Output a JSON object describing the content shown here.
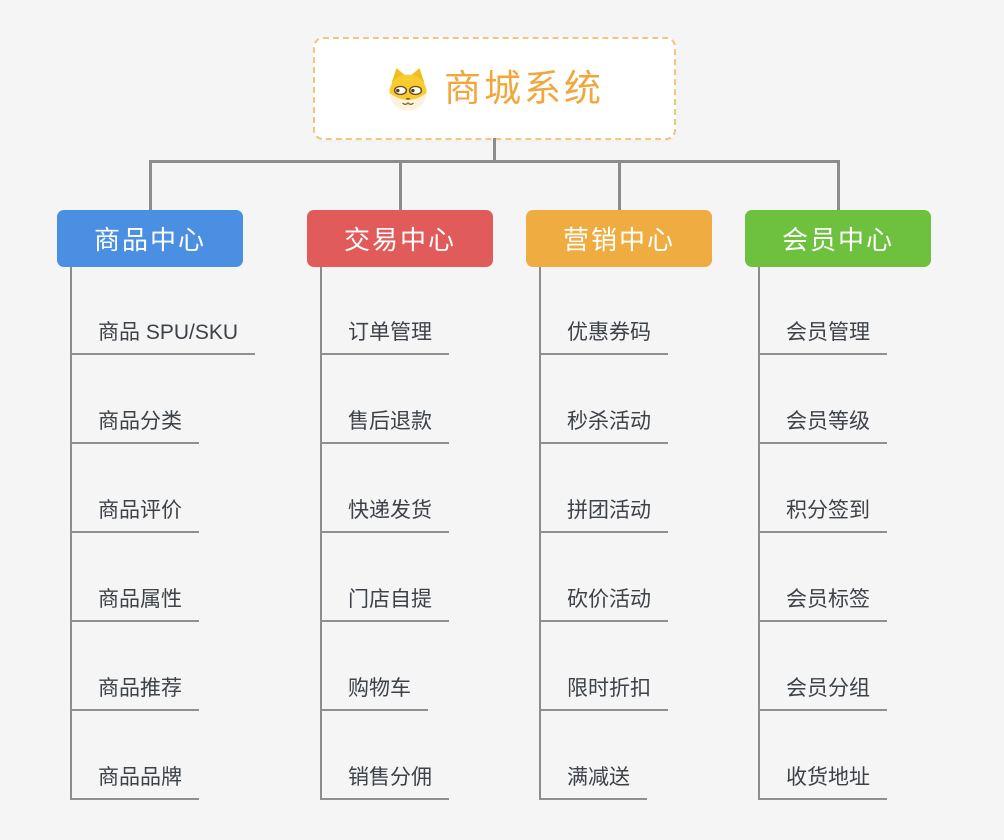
{
  "root": {
    "label": "商城系统",
    "icon": "shiba-dog-icon"
  },
  "branches": [
    {
      "id": "product-center",
      "label": "商品中心",
      "color": "#4a8fe2",
      "children": [
        "商品 SPU/SKU",
        "商品分类",
        "商品评价",
        "商品属性",
        "商品推荐",
        "商品品牌"
      ]
    },
    {
      "id": "trade-center",
      "label": "交易中心",
      "color": "#e25b5b",
      "children": [
        "订单管理",
        "售后退款",
        "快递发货",
        "门店自提",
        "购物车",
        "销售分佣"
      ]
    },
    {
      "id": "marketing-center",
      "label": "营销中心",
      "color": "#efac40",
      "children": [
        "优惠券码",
        "秒杀活动",
        "拼团活动",
        "砍价活动",
        "限时折扣",
        "满减送"
      ]
    },
    {
      "id": "member-center",
      "label": "会员中心",
      "color": "#6ec13f",
      "children": [
        "会员管理",
        "会员等级",
        "积分签到",
        "会员标签",
        "会员分组",
        "收货地址"
      ]
    }
  ],
  "colors": {
    "background": "#f5f5f5",
    "connector": "#8c8c8c",
    "root_accent": "#f1a73e",
    "root_border": "#f2c67c",
    "leaf_text": "#3d4249",
    "node_text": "#ffffff"
  }
}
